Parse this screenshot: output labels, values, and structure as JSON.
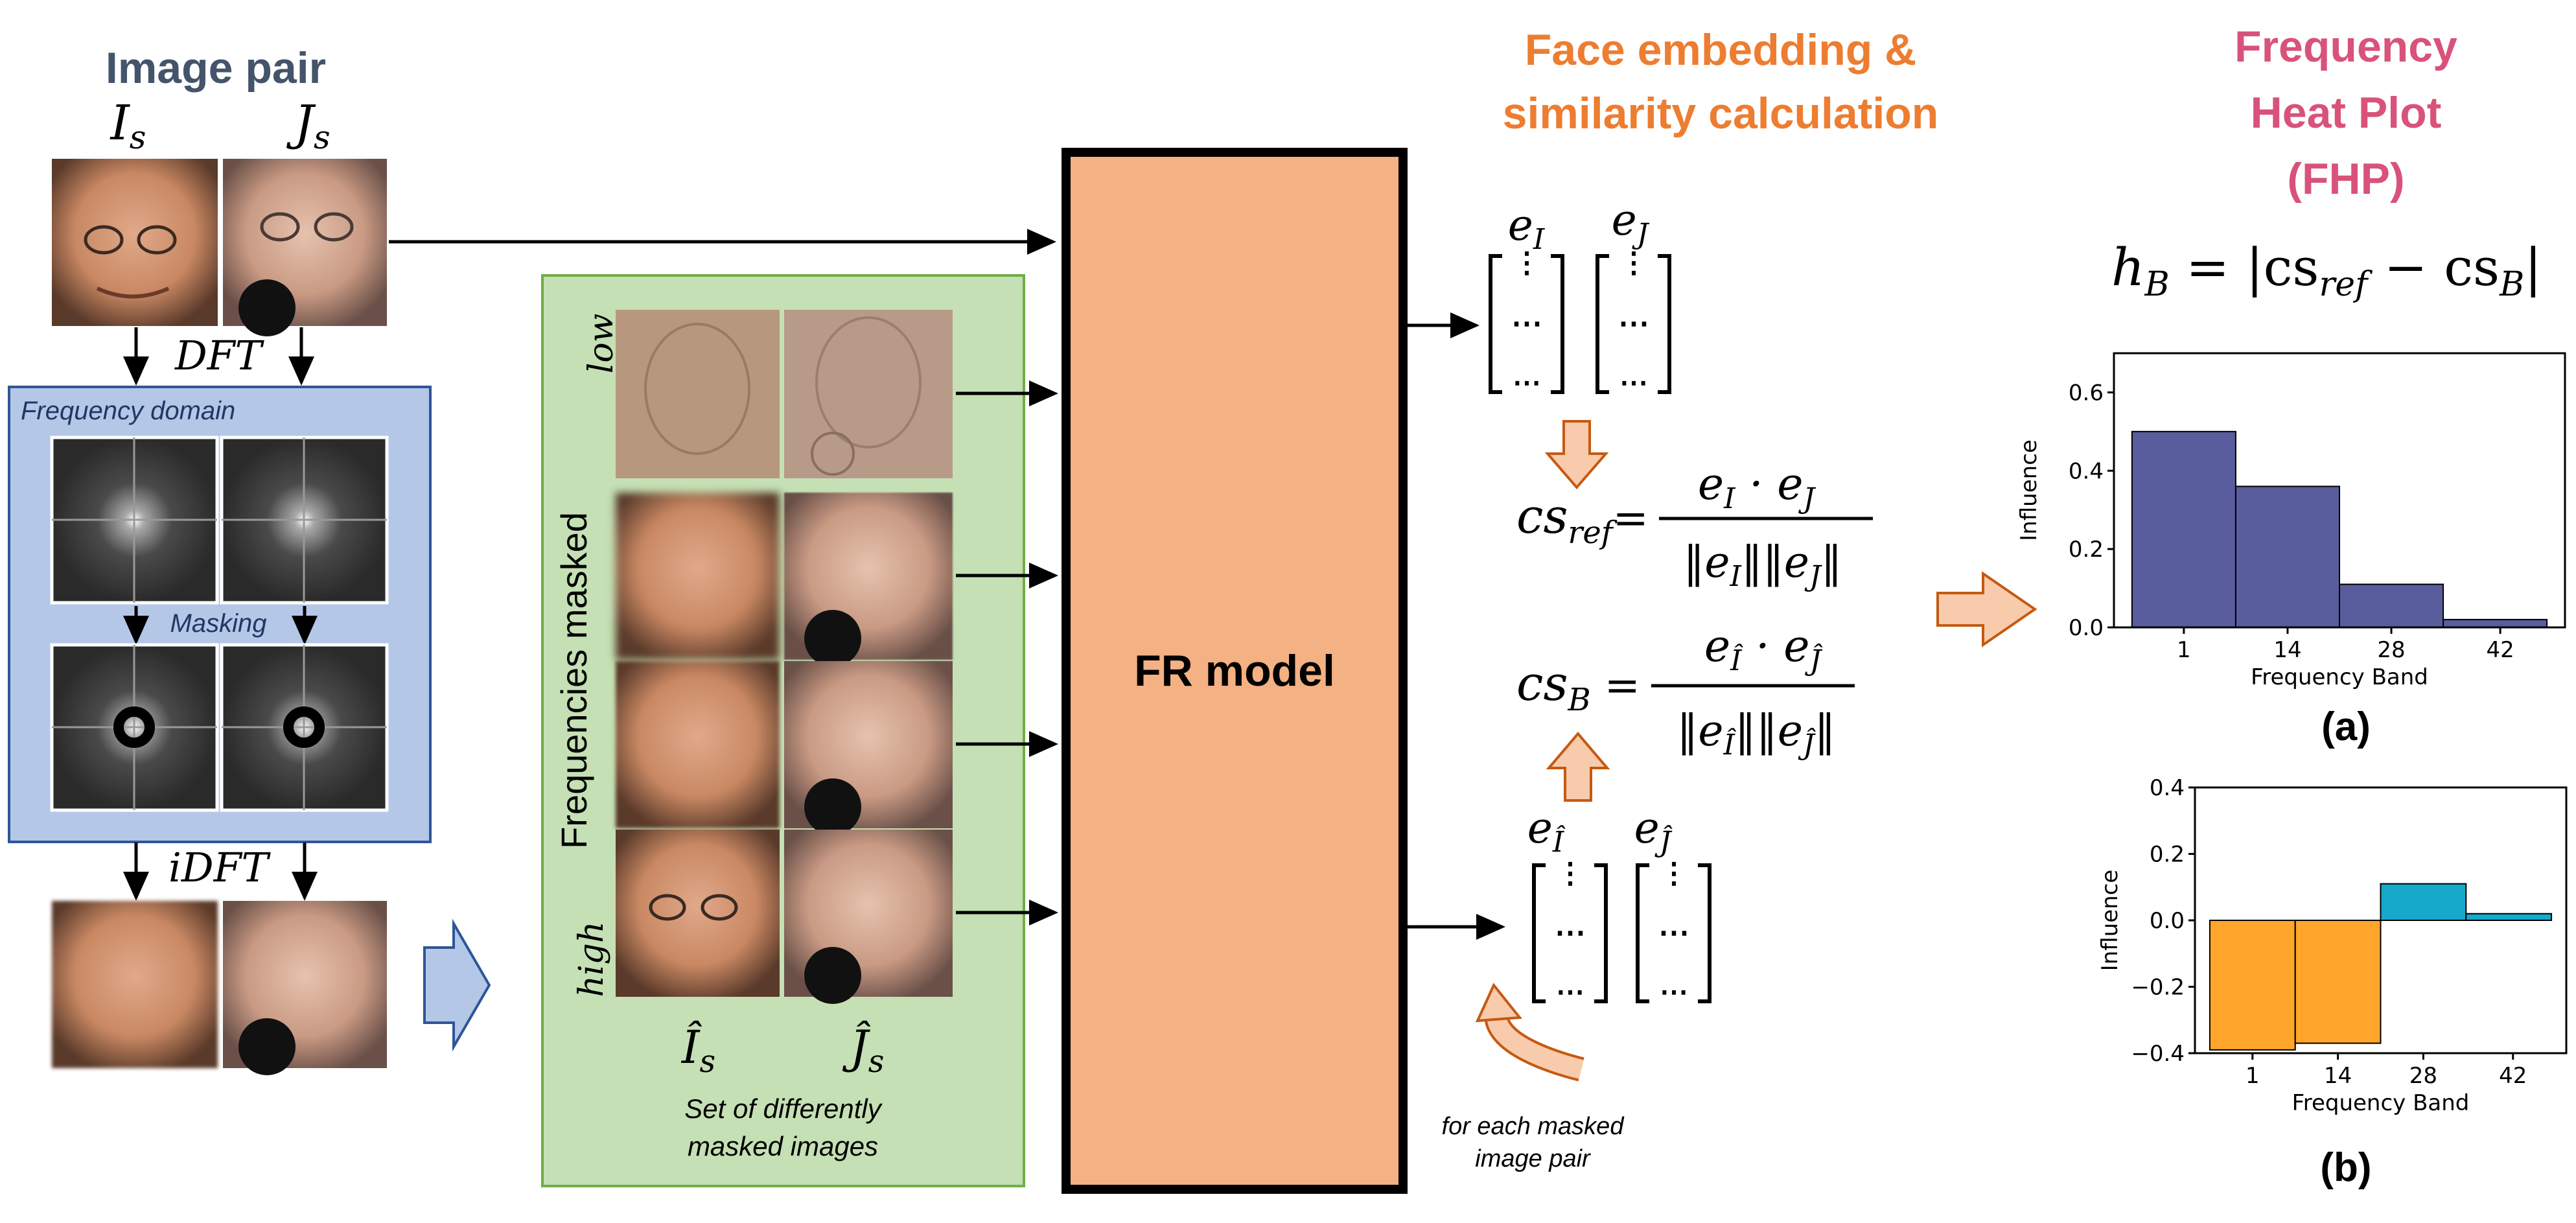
{
  "colors": {
    "slate": "#44546a",
    "orange": "#ed7d31",
    "pink": "#d9527a",
    "navy": "#1f3864",
    "fr_fill": "#f4b183",
    "green_fill": "#c5e0b4",
    "green_border": "#70ad47",
    "blue_fill": "#b4c7e7",
    "blue_border": "#2f5597",
    "bar_a": "#595d9d",
    "bar_b_neg": "#ffa62b",
    "bar_b_pos": "#16a9cc"
  },
  "left": {
    "title": "Image pair",
    "I_s": "I_s",
    "J_s": "J_s",
    "dft": "DFT",
    "freq_domain": "Frequency domain",
    "masking": "Masking",
    "idft": "iDFT"
  },
  "middle": {
    "low": "low",
    "high": "high",
    "freqs_masked": "Frequencies masked",
    "I_hat_s": "Î_s",
    "J_hat_s": "Ĵ_s",
    "caption_line1": "Set of differently",
    "caption_line2": "masked images"
  },
  "fr_model": {
    "label": "FR model"
  },
  "embed": {
    "title_line1": "Face embedding &",
    "title_line2": "similarity calculation",
    "e_I": "e_I",
    "e_J": "e_J",
    "e_I_hat": "e_Î",
    "e_J_hat": "e_Ĵ",
    "cs_ref": "cs_ref",
    "cs_B": "cs_B",
    "note_line1": "for each masked",
    "note_line2": "image pair"
  },
  "fhp": {
    "title_line1": "Frequency",
    "title_line2": "Heat Plot",
    "title_line3": "(FHP)",
    "formula": "h_B = |cs_ref − cs_B|",
    "label_a": "(a)",
    "label_b": "(b)"
  },
  "chart_data": [
    {
      "type": "bar",
      "categories": [
        "1",
        "14",
        "28",
        "42"
      ],
      "values": [
        0.5,
        0.36,
        0.11,
        0.02
      ],
      "xlabel": "Frequency Band",
      "ylabel": "Influence",
      "ylim": [
        0,
        0.7
      ],
      "yticks": [
        "0.0",
        "0.2",
        "0.4",
        "0.6"
      ],
      "grid": false
    },
    {
      "type": "bar",
      "categories": [
        "1",
        "14",
        "28",
        "42"
      ],
      "values": [
        -0.39,
        -0.37,
        0.11,
        0.02
      ],
      "xlabel": "Frequency Band",
      "ylabel": "Influence",
      "ylim": [
        -0.4,
        0.4
      ],
      "yticks": [
        "−0.4",
        "−0.2",
        "0.0",
        "0.2",
        "0.4"
      ],
      "grid": false
    }
  ]
}
